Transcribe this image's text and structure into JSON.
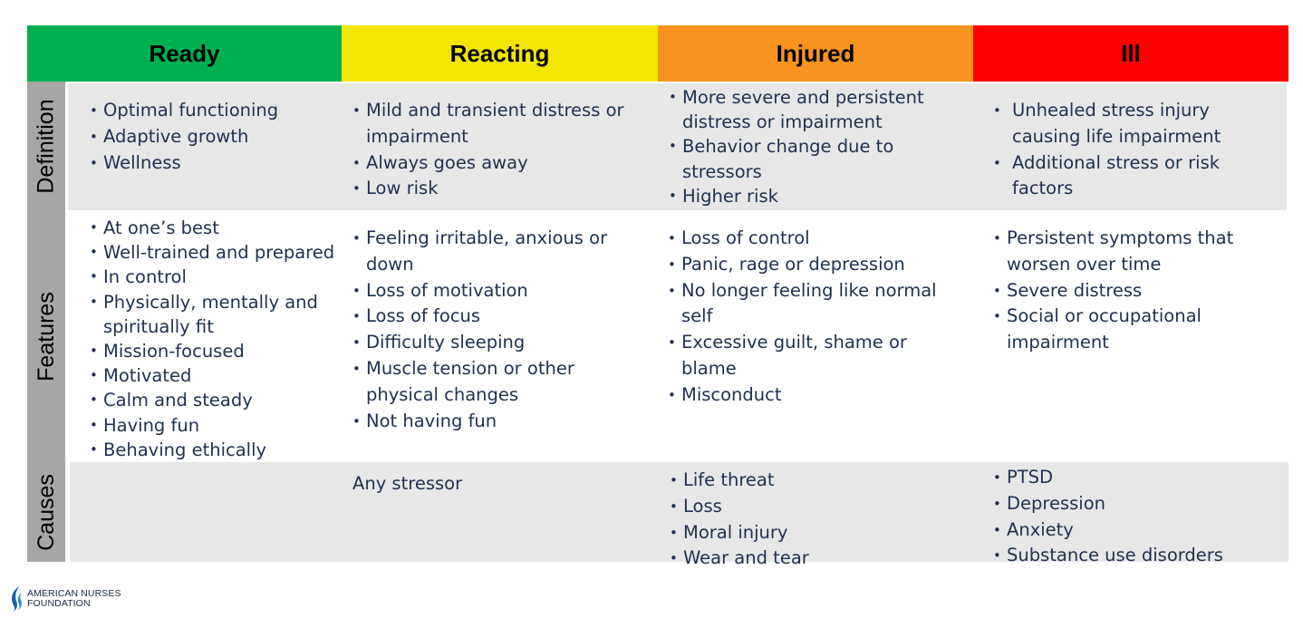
{
  "headers": [
    {
      "label": "Ready",
      "color": "#00b050"
    },
    {
      "label": "Reacting",
      "color": "#f2e600"
    },
    {
      "label": "Injured",
      "color": "#f7931e"
    },
    {
      "label": "Ill",
      "color": "#ff0000"
    }
  ],
  "rows": {
    "definition": "Definition",
    "features": "Features",
    "causes": "Causes"
  },
  "definition": {
    "ready": [
      "Optimal functioning",
      "Adaptive growth",
      "Wellness"
    ],
    "reacting": [
      "Mild and transient distress or impairment",
      "Always goes away",
      "Low risk"
    ],
    "injured": [
      "More severe and persistent distress or impairment",
      "Behavior change due to stressors",
      "Higher risk"
    ],
    "ill": [
      "Unhealed stress injury causing life impairment",
      "Additional stress or risk factors"
    ]
  },
  "features": {
    "ready": [
      "At one’s best",
      "Well-trained and prepared",
      "In control",
      "Physically, mentally and spiritually fit",
      "Mission-focused",
      "Motivated",
      "Calm and steady",
      "Having fun",
      "Behaving ethically"
    ],
    "reacting": [
      "Feeling irritable, anxious or down",
      "Loss of motivation",
      "Loss of focus",
      "Difficulty sleeping",
      "Muscle tension or other physical changes",
      "Not having fun"
    ],
    "injured": [
      "Loss of control",
      "Panic, rage or depression",
      "No longer feeling like normal self",
      "Excessive guilt, shame or blame",
      "Misconduct"
    ],
    "ill": [
      "Persistent symptoms that worsen over time",
      "Severe distress",
      "Social or occupational impairment"
    ]
  },
  "causes": {
    "reacting": "Any stressor",
    "injured": [
      "Life threat",
      "Loss",
      "Moral injury",
      "Wear and tear"
    ],
    "ill": [
      "PTSD",
      "Depression",
      "Anxiety",
      "Substance use disorders"
    ]
  },
  "logo": {
    "line1": "AMERICAN NURSES",
    "line2": "FOUNDATION",
    "color": "#1f5fa8"
  }
}
